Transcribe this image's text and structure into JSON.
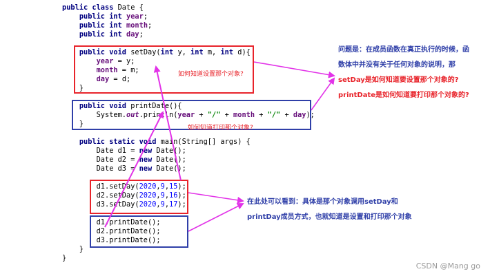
{
  "code_lines": [
    {
      "parts": [
        [
          "kw",
          "public class "
        ],
        [
          "",
          "Date {"
        ]
      ]
    },
    {
      "parts": [
        [
          "",
          "    "
        ],
        [
          "kw",
          "public int "
        ],
        [
          "fld",
          "year"
        ],
        [
          "",
          ";"
        ]
      ]
    },
    {
      "parts": [
        [
          "",
          "    "
        ],
        [
          "kw",
          "public int "
        ],
        [
          "fld",
          "month"
        ],
        [
          "",
          ";"
        ]
      ]
    },
    {
      "parts": [
        [
          "",
          "    "
        ],
        [
          "kw",
          "public int "
        ],
        [
          "fld",
          "day"
        ],
        [
          "",
          ";"
        ]
      ]
    },
    {
      "parts": [
        [
          "",
          ""
        ]
      ]
    },
    {
      "parts": [
        [
          "",
          "    "
        ],
        [
          "kw",
          "public void "
        ],
        [
          "",
          "setDay("
        ],
        [
          "kw",
          "int "
        ],
        [
          "",
          "y, "
        ],
        [
          "kw",
          "int "
        ],
        [
          "",
          "m, "
        ],
        [
          "kw",
          "int "
        ],
        [
          "",
          "d){"
        ]
      ]
    },
    {
      "parts": [
        [
          "",
          "        "
        ],
        [
          "fld",
          "year"
        ],
        [
          "",
          " = y;"
        ]
      ]
    },
    {
      "parts": [
        [
          "",
          "        "
        ],
        [
          "fld",
          "month"
        ],
        [
          "",
          " = m;"
        ]
      ]
    },
    {
      "parts": [
        [
          "",
          "        "
        ],
        [
          "fld",
          "day"
        ],
        [
          "",
          " = d;"
        ]
      ]
    },
    {
      "parts": [
        [
          "",
          "    }"
        ]
      ]
    },
    {
      "parts": [
        [
          "",
          ""
        ]
      ]
    },
    {
      "parts": [
        [
          "",
          "    "
        ],
        [
          "kw",
          "public void "
        ],
        [
          "",
          "printDate(){"
        ]
      ]
    },
    {
      "parts": [
        [
          "",
          "        System."
        ],
        [
          "itl",
          "out"
        ],
        [
          "",
          ".println("
        ],
        [
          "fld",
          "year"
        ],
        [
          "",
          " + "
        ],
        [
          "str",
          "\"/\""
        ],
        [
          "",
          " + "
        ],
        [
          "fld",
          "month"
        ],
        [
          "",
          " + "
        ],
        [
          "str",
          "\"/\""
        ],
        [
          "",
          " + "
        ],
        [
          "fld",
          "day"
        ],
        [
          "",
          ");"
        ]
      ]
    },
    {
      "parts": [
        [
          "",
          "    }"
        ]
      ]
    },
    {
      "parts": [
        [
          "",
          ""
        ]
      ]
    },
    {
      "parts": [
        [
          "",
          "    "
        ],
        [
          "kw",
          "public static void "
        ],
        [
          "",
          "main(String[] args) {"
        ]
      ]
    },
    {
      "parts": [
        [
          "",
          "        Date d1 = "
        ],
        [
          "kw",
          "new "
        ],
        [
          "",
          "Date();"
        ]
      ]
    },
    {
      "parts": [
        [
          "",
          "        Date d2 = "
        ],
        [
          "kw",
          "new "
        ],
        [
          "",
          "Date();"
        ]
      ]
    },
    {
      "parts": [
        [
          "",
          "        Date d3 = "
        ],
        [
          "kw",
          "new "
        ],
        [
          "",
          "Date();"
        ]
      ]
    },
    {
      "parts": [
        [
          "",
          ""
        ]
      ]
    },
    {
      "parts": [
        [
          "",
          "        d1.setDay("
        ],
        [
          "num",
          "2020"
        ],
        [
          "",
          ","
        ],
        [
          "num",
          "9"
        ],
        [
          "",
          ","
        ],
        [
          "num",
          "15"
        ],
        [
          "",
          ");"
        ]
      ]
    },
    {
      "parts": [
        [
          "",
          "        d2.setDay("
        ],
        [
          "num",
          "2020"
        ],
        [
          "",
          ","
        ],
        [
          "num",
          "9"
        ],
        [
          "",
          ","
        ],
        [
          "num",
          "16"
        ],
        [
          "",
          ");"
        ]
      ]
    },
    {
      "parts": [
        [
          "",
          "        d3.setDay("
        ],
        [
          "num",
          "2020"
        ],
        [
          "",
          ","
        ],
        [
          "num",
          "9"
        ],
        [
          "",
          ","
        ],
        [
          "num",
          "17"
        ],
        [
          "",
          ");"
        ]
      ]
    },
    {
      "parts": [
        [
          "",
          ""
        ]
      ]
    },
    {
      "parts": [
        [
          "",
          "        d1.printDate();"
        ]
      ]
    },
    {
      "parts": [
        [
          "",
          "        d2.printDate();"
        ]
      ]
    },
    {
      "parts": [
        [
          "",
          "        d3.printDate();"
        ]
      ]
    },
    {
      "parts": [
        [
          "",
          "    }"
        ]
      ]
    },
    {
      "parts": [
        [
          "",
          "}"
        ]
      ]
    }
  ],
  "notes": {
    "setday_note": "如何知道设置那个对象?",
    "printdate_note": "如何知道打印那个对象?"
  },
  "annotation_top": {
    "line1": "问题是：在成员函数在真正执行的时候，函",
    "line2": "数体中并没有关于任何对象的说明，那",
    "line3": "setDay是如何知道要设置那个对象的?",
    "line4": "printDate是如何知道要打印那个对象的?"
  },
  "annotation_bottom": {
    "line1": "在此处可以看到：具体是那个对象调用setDay和",
    "line2": "printDay成员方式，也就知道是设置和打印那个对象"
  },
  "watermark": "CSDN @Mang go",
  "colors": {
    "red": "#e8232a",
    "blue": "#2f3fa8",
    "arrow": "#e233e8"
  }
}
